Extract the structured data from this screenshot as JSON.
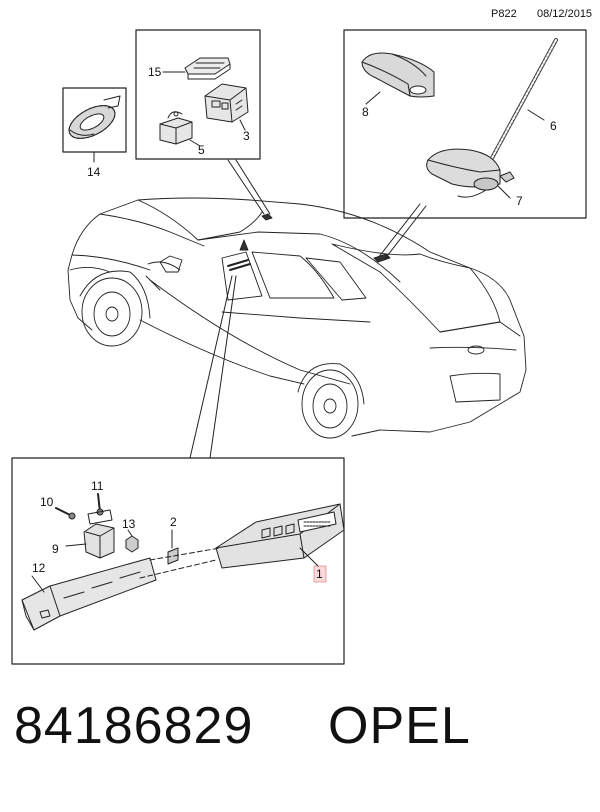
{
  "header": {
    "code": "P822",
    "date": "08/12/2015"
  },
  "callouts": {
    "c1": "1",
    "c2": "2",
    "c3": "3",
    "c5": "5",
    "c6": "6",
    "c7": "7",
    "c8": "8",
    "c9": "9",
    "c10": "10",
    "c11": "11",
    "c12": "12",
    "c13": "13",
    "c14": "14",
    "c15": "15"
  },
  "footer": {
    "part_number": "84186829",
    "brand": "OPEL"
  },
  "colors": {
    "highlight_fill": "#f8dada",
    "highlight_stroke": "#e08a8a",
    "line": "#222222"
  }
}
